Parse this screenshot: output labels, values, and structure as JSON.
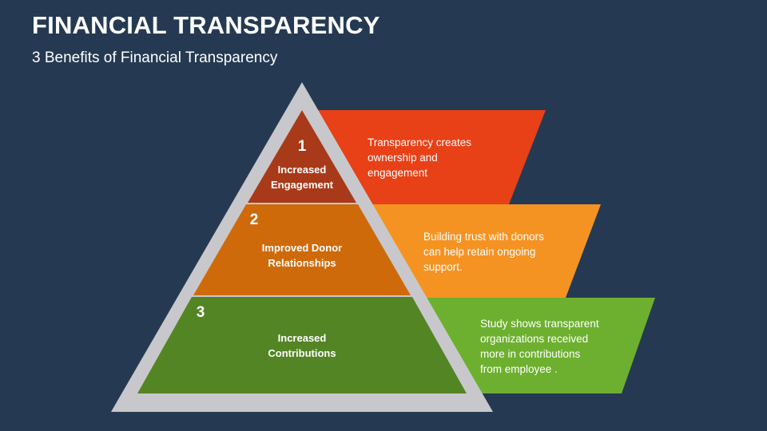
{
  "header": {
    "title": "FINANCIAL TRANSPARENCY",
    "subtitle": "3 Benefits of Financial Transparency"
  },
  "colors": {
    "background": "#253a52",
    "frame": "#c8c8cc",
    "tier1": "#a83a1a",
    "tier2": "#cf6a0b",
    "tier3": "#548524",
    "band1": "#e84017",
    "band2": "#f59322",
    "band3": "#6db02f"
  },
  "levels": [
    {
      "number": "1",
      "title_lines": [
        "Increased",
        "Engagement"
      ],
      "description_lines": [
        "Transparency creates",
        "ownership and",
        "engagement"
      ]
    },
    {
      "number": "2",
      "title_lines": [
        "Improved Donor",
        "Relationships"
      ],
      "description_lines": [
        "Building trust with donors",
        "can help retain ongoing",
        "support."
      ]
    },
    {
      "number": "3",
      "title_lines": [
        "Increased",
        "Contributions"
      ],
      "description_lines": [
        "Study shows transparent",
        "organizations received",
        "more in contributions",
        "from employee ."
      ]
    }
  ]
}
